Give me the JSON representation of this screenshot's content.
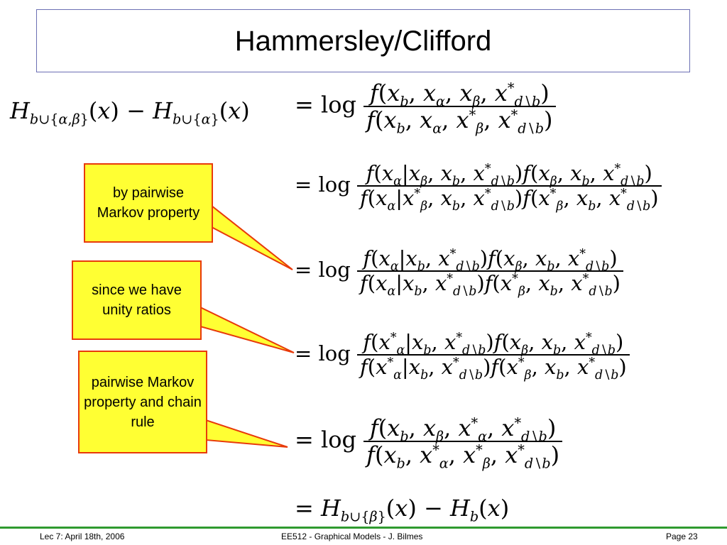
{
  "slide": {
    "title": "Hammersley/Clifford",
    "equations": {
      "lhs": "H_{b∪{α,β}}(x) − H_{b∪{α}}(x)",
      "step1": {
        "num": "f(x_b, x_α, x_β, x*_{d∖b})",
        "den": "f(x_b, x_α, x*_β, x*_{d∖b})"
      },
      "step2": {
        "num": "f(x_α|x_β, x_b, x*_{d∖b}) f(x_β, x_b, x*_{d∖b})",
        "den": "f(x_α|x*_β, x_b, x*_{d∖b}) f(x*_β, x_b, x*_{d∖b})"
      },
      "step3": {
        "num": "f(x_α|x_b, x*_{d∖b}) f(x_β, x_b, x*_{d∖b})",
        "den": "f(x_α|x_b, x*_{d∖b}) f(x*_β, x_b, x*_{d∖b})"
      },
      "step4": {
        "num": "f(x*_α|x_b, x*_{d∖b}) f(x_β, x_b, x*_{d∖b})",
        "den": "f(x*_α|x_b, x*_{d∖b}) f(x*_β, x_b, x*_{d∖b})"
      },
      "step5": {
        "num": "f(x_b, x_β, x*_α, x*_{d∖b})",
        "den": "f(x_b, x*_α, x*_β, x*_{d∖b})"
      },
      "final": "H_{b∪{β}}(x) − H_b(x)"
    },
    "callouts": [
      "by pairwise Markov property",
      "since we have unity ratios",
      "pairwise Markov property and chain rule"
    ],
    "colors": {
      "callout_fill": "#ffff33",
      "callout_border": "#e83a0a",
      "footer_rule": "#2f9a2f",
      "title_border": "#6b6fb3"
    }
  },
  "footer": {
    "left": "Lec 7: April 18th, 2006",
    "center": "EE512 - Graphical Models - J. Bilmes",
    "right": "Page 23"
  }
}
